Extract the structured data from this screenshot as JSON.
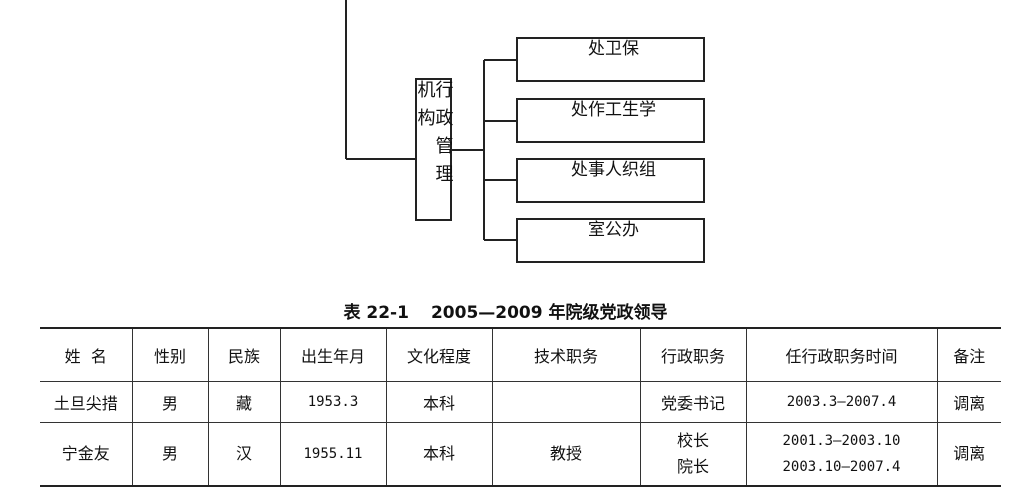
{
  "org_chart": {
    "parent": "行政管理机构",
    "departments": [
      "保卫处",
      "学生工作处",
      "组织人事处",
      "办公室"
    ]
  },
  "table": {
    "caption_number": "表 22-1",
    "caption_title": "2005—2009 年院级党政领导",
    "headers": [
      "姓  名",
      "性别",
      "民族",
      "出生年月",
      "文化程度",
      "技术职务",
      "行政职务",
      "任行政职务时间",
      "备注"
    ],
    "rows": [
      {
        "name": "土旦尖措",
        "gender": "男",
        "ethnicity": "藏",
        "birth": "1953.3",
        "education": "本科",
        "tech_title": "",
        "admin_posts": [
          "党委书记"
        ],
        "terms": [
          "2003.3—2007.4"
        ],
        "note": "调离"
      },
      {
        "name": "宁金友",
        "gender": "男",
        "ethnicity": "汉",
        "birth": "1955.11",
        "education": "本科",
        "tech_title": "教授",
        "admin_posts": [
          "校长",
          "院长"
        ],
        "terms": [
          "2001.3—2003.10",
          "2003.10—2007.4"
        ],
        "note": "调离"
      }
    ]
  }
}
